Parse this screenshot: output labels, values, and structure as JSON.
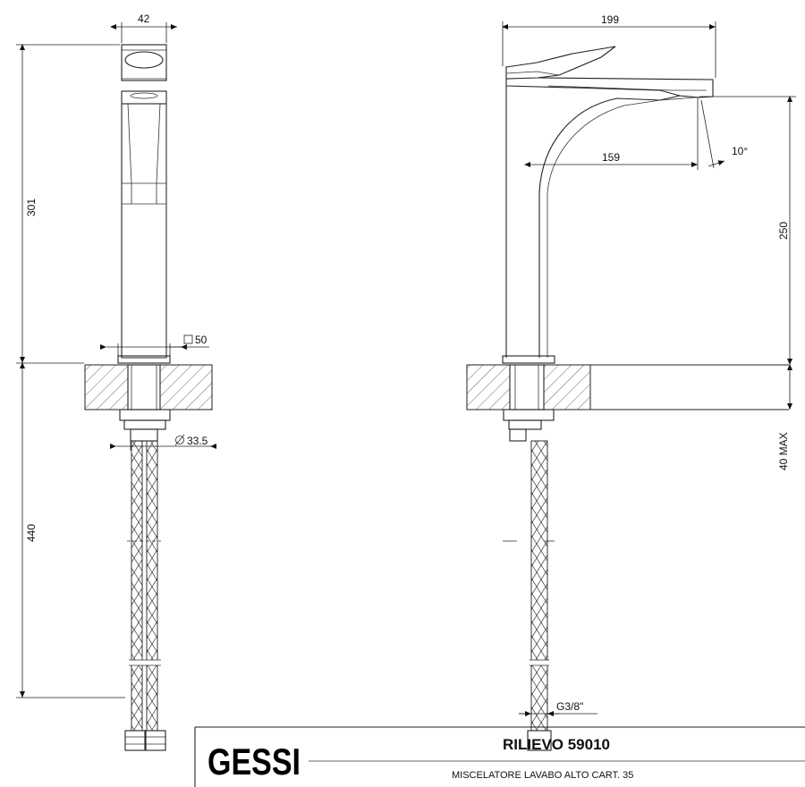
{
  "dimensions": {
    "front_width": "42",
    "total_width": "199",
    "spout_reach": "159",
    "spout_angle": "10°",
    "height_body": "301",
    "height_spout": "250",
    "square_base": "50",
    "diameter_shank": "33.5",
    "hose_length": "440",
    "deck_max": "40 MAX",
    "hose_thread": "G3/8\""
  },
  "title_block": {
    "logo": "GESSI",
    "product": "RILIEVO 59010",
    "description": "MISCELATORE LAVABO ALTO CART. 35"
  },
  "icons": {
    "square_symbol": "square-icon",
    "diameter_symbol": "diameter-icon"
  }
}
